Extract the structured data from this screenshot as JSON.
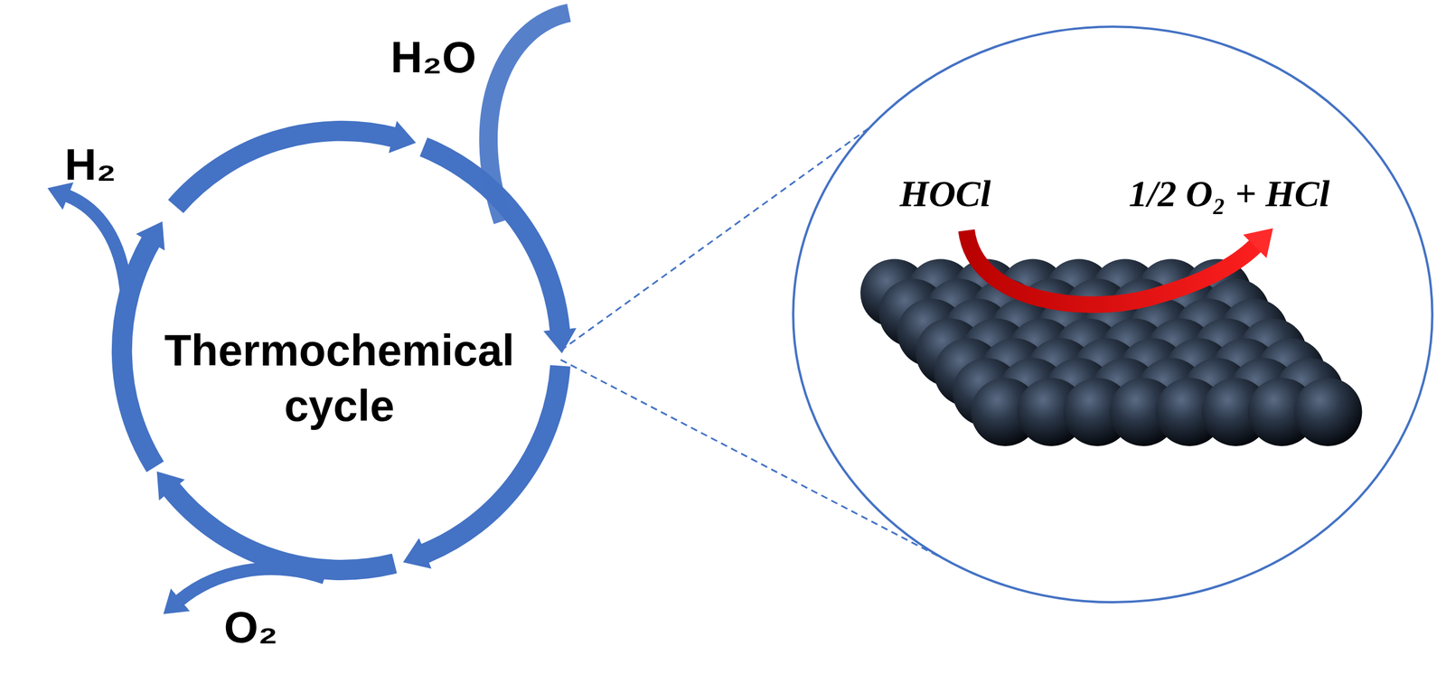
{
  "diagram": {
    "nodes": [
      {
        "text": [
          "Thermochemical cycle"
        ]
      },
      {
        "text": [
          "HOCl",
          "1/2 O₂ + HCl"
        ]
      }
    ],
    "edges": [
      {
        "from": 0,
        "to": 1,
        "arrow": "none"
      }
    ],
    "labels": [
      "H₂O",
      "H₂",
      "O₂"
    ]
  }
}
